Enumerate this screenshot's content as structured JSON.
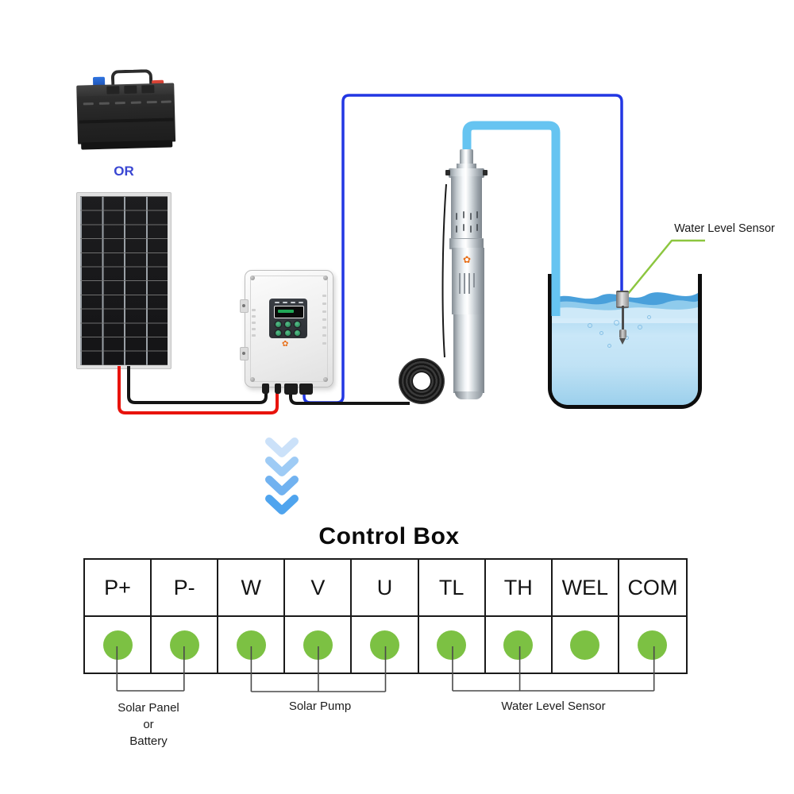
{
  "or_label": "OR",
  "control_box_title": "Control Box",
  "sensor_annotation": "Water Level Sensor",
  "brand_logo_glyph": "✿",
  "terminals": [
    "P+",
    "P-",
    "W",
    "V",
    "U",
    "TL",
    "TH",
    "WEL",
    "COM"
  ],
  "wiring_groups": {
    "solar_panel": {
      "line1": "Solar Panel",
      "line2": "or",
      "line3": "Battery"
    },
    "solar_pump": {
      "label": "Solar Pump"
    },
    "water_level_sensor": {
      "label": "Water Level Sensor"
    }
  },
  "colors": {
    "wire_red": "#e8130c",
    "wire_black": "#141414",
    "wire_blue": "#2237e3",
    "pipe_light_blue": "#66c4f1",
    "annotation_green": "#8cc63f",
    "terminal_dot_green": "#7cc143",
    "or_text_blue": "#3946d2",
    "chevron_blues": [
      "#cbe1f9",
      "#9ecbf5",
      "#71b2f0",
      "#4fa4ee"
    ]
  }
}
